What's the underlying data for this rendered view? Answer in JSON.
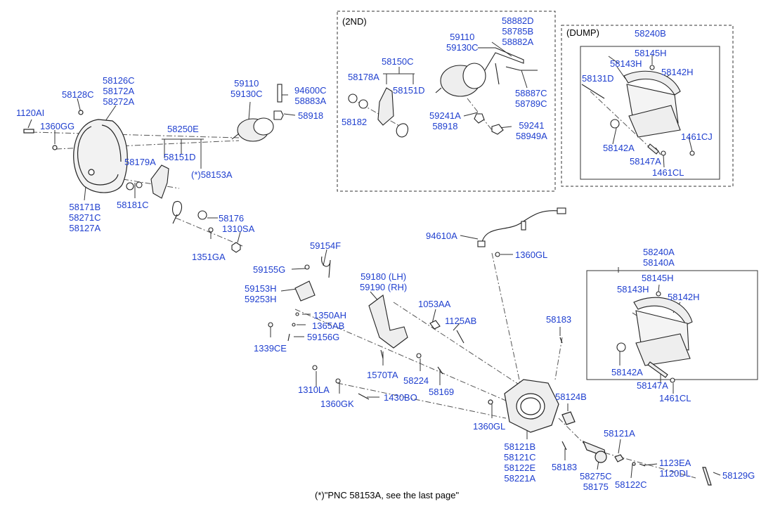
{
  "footer_note": "(*)\"PNC 58153A, see the last page\"",
  "inset_2nd_title": "(2ND)",
  "inset_dump_title": "(DUMP)",
  "colors": {
    "link": "#1f3fcf",
    "line": "#333333",
    "dash": "#555555"
  },
  "labels": {
    "p58126c": "58126C\n58172A\n58272A",
    "p58128c": "58128C",
    "p1120ai": "1120AI",
    "p1360gg": "1360GG",
    "p58171b": "58171B\n58271C\n58127A",
    "p58181c": "58181C",
    "p58179a": "58179A",
    "p58250e": "58250E",
    "p58151d": "58151D",
    "p58153a": "(*)58153A",
    "p59110": "59110\n59130C",
    "p94600c": "94600C\n58883A",
    "p58918": "58918",
    "p58176": "58176",
    "p1310sa": "1310SA",
    "p1351ga": "1351GA",
    "i2_58882d": "58882D\n58785B\n58882A",
    "i2_59110": "59110\n59130C",
    "i2_58150c": "58150C",
    "i2_58178a": "58178A",
    "i2_58151d": "58151D",
    "i2_58182": "58182",
    "i2_59241a": "59241A\n58918",
    "i2_58887c": "58887C\n58789C",
    "i2_59241": "59241\n58949A",
    "d1_58240b": "58240B",
    "d1_58145h": "58145H",
    "d1_58143h": "58143H",
    "d1_58142h": "58142H",
    "d1_58131d": "58131D",
    "d1_58142a": "58142A",
    "d1_1461cj": "1461CJ",
    "d1_58147a": "58147A",
    "d1_1461cl": "1461CL",
    "p94610a": "94610A",
    "p1360gl_a": "1360GL",
    "p59154f": "59154F",
    "p59155g": "59155G",
    "p59153h": "59153H\n59253H",
    "p1350ah": "1350AH",
    "p1365ab": "1365AB",
    "p1339ce": "1339CE",
    "p59156g": "59156G",
    "p59180": "59180 (LH)\n59190 (RH)",
    "p1053aa": "1053AA",
    "p1125ab": "1125AB",
    "p1570ta": "1570TA",
    "p58224": "58224",
    "p58169": "58169",
    "p1310la": "1310LA",
    "p1360gk": "1360GK",
    "p1430bo": "1430BO",
    "p58183_a": "58183",
    "p58124b": "58124B",
    "p1360gl_b": "1360GL",
    "p58121b": "58121B\n58121C\n58122E\n58221A",
    "p58183_b": "58183",
    "p58121a": "58121A",
    "p58275c": "58275C\n58175",
    "p58122c": "58122C",
    "p1123ea": "1123EA\n1120DL",
    "p58129g": "58129G",
    "d2_58240a": "58240A\n58140A",
    "d2_58145h": "58145H",
    "d2_58143h": "58143H",
    "d2_58142h": "58142H",
    "d2_58142a": "58142A",
    "d2_58147a": "58147A",
    "d2_1461cl": "1461CL"
  }
}
